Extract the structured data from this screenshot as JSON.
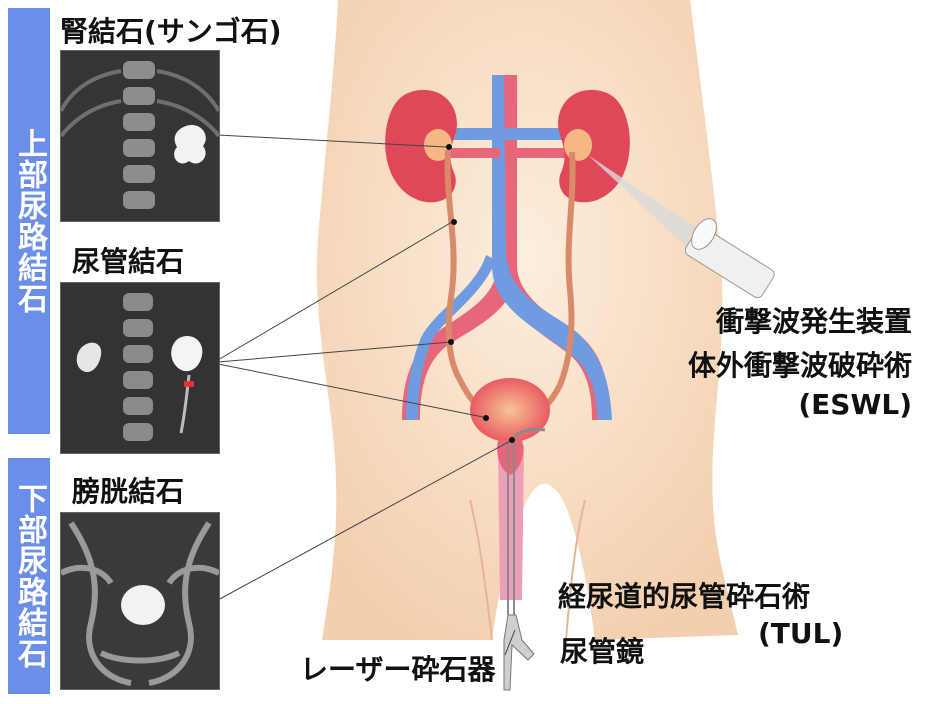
{
  "side_bars": {
    "upper": "上部尿路結石",
    "lower": "下部尿路結石"
  },
  "xray_labels": {
    "kidney": "腎結石(サンゴ石)",
    "ureter": "尿管結石",
    "bladder": "膀胱結石"
  },
  "annotations": {
    "eswl_device": "衝撃波発生装置",
    "eswl_name": "体外衝撃波破砕術",
    "eswl_abbr": "(ESWL)",
    "tul_name": "経尿道的尿管砕石術",
    "tul_abbr": "(TUL)",
    "laser": "レーザー砕石器",
    "ureteroscope": "尿管鏡"
  },
  "colors": {
    "side_bar": "#6b8fe8",
    "skin": "#f8dcc0",
    "artery": "#e8667a",
    "vein": "#6f9be0",
    "kidney": "#e0485a"
  }
}
